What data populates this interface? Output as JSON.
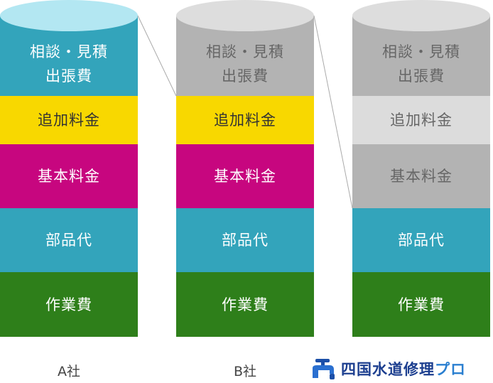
{
  "companies": [
    {
      "name": "A社",
      "segments": [
        "相談・見積\n出張費",
        "追加料金",
        "基本料金",
        "部品代",
        "作業費"
      ]
    },
    {
      "name": "B社",
      "segments": [
        "相談・見積\n出張費",
        "追加料金",
        "基本料金",
        "部品代",
        "作業費"
      ]
    },
    {
      "name": "四国水道修理プロ",
      "segments": [
        "相談・見積\n出張費",
        "追加料金",
        "基本料金",
        "部品代",
        "作業費"
      ]
    }
  ],
  "logo": {
    "main": "四国水道修理",
    "accent": "プロ",
    "icon": "faucet-icon"
  },
  "colors": {
    "teal": "#33a4bb",
    "teal_top": "#b3e7f2",
    "yellow": "#f8d800",
    "magenta": "#c7067f",
    "green": "#2e7f1a",
    "gray": "#b3b3b3",
    "gray_top": "#dddddd",
    "light_gray": "#dcdcdc"
  }
}
